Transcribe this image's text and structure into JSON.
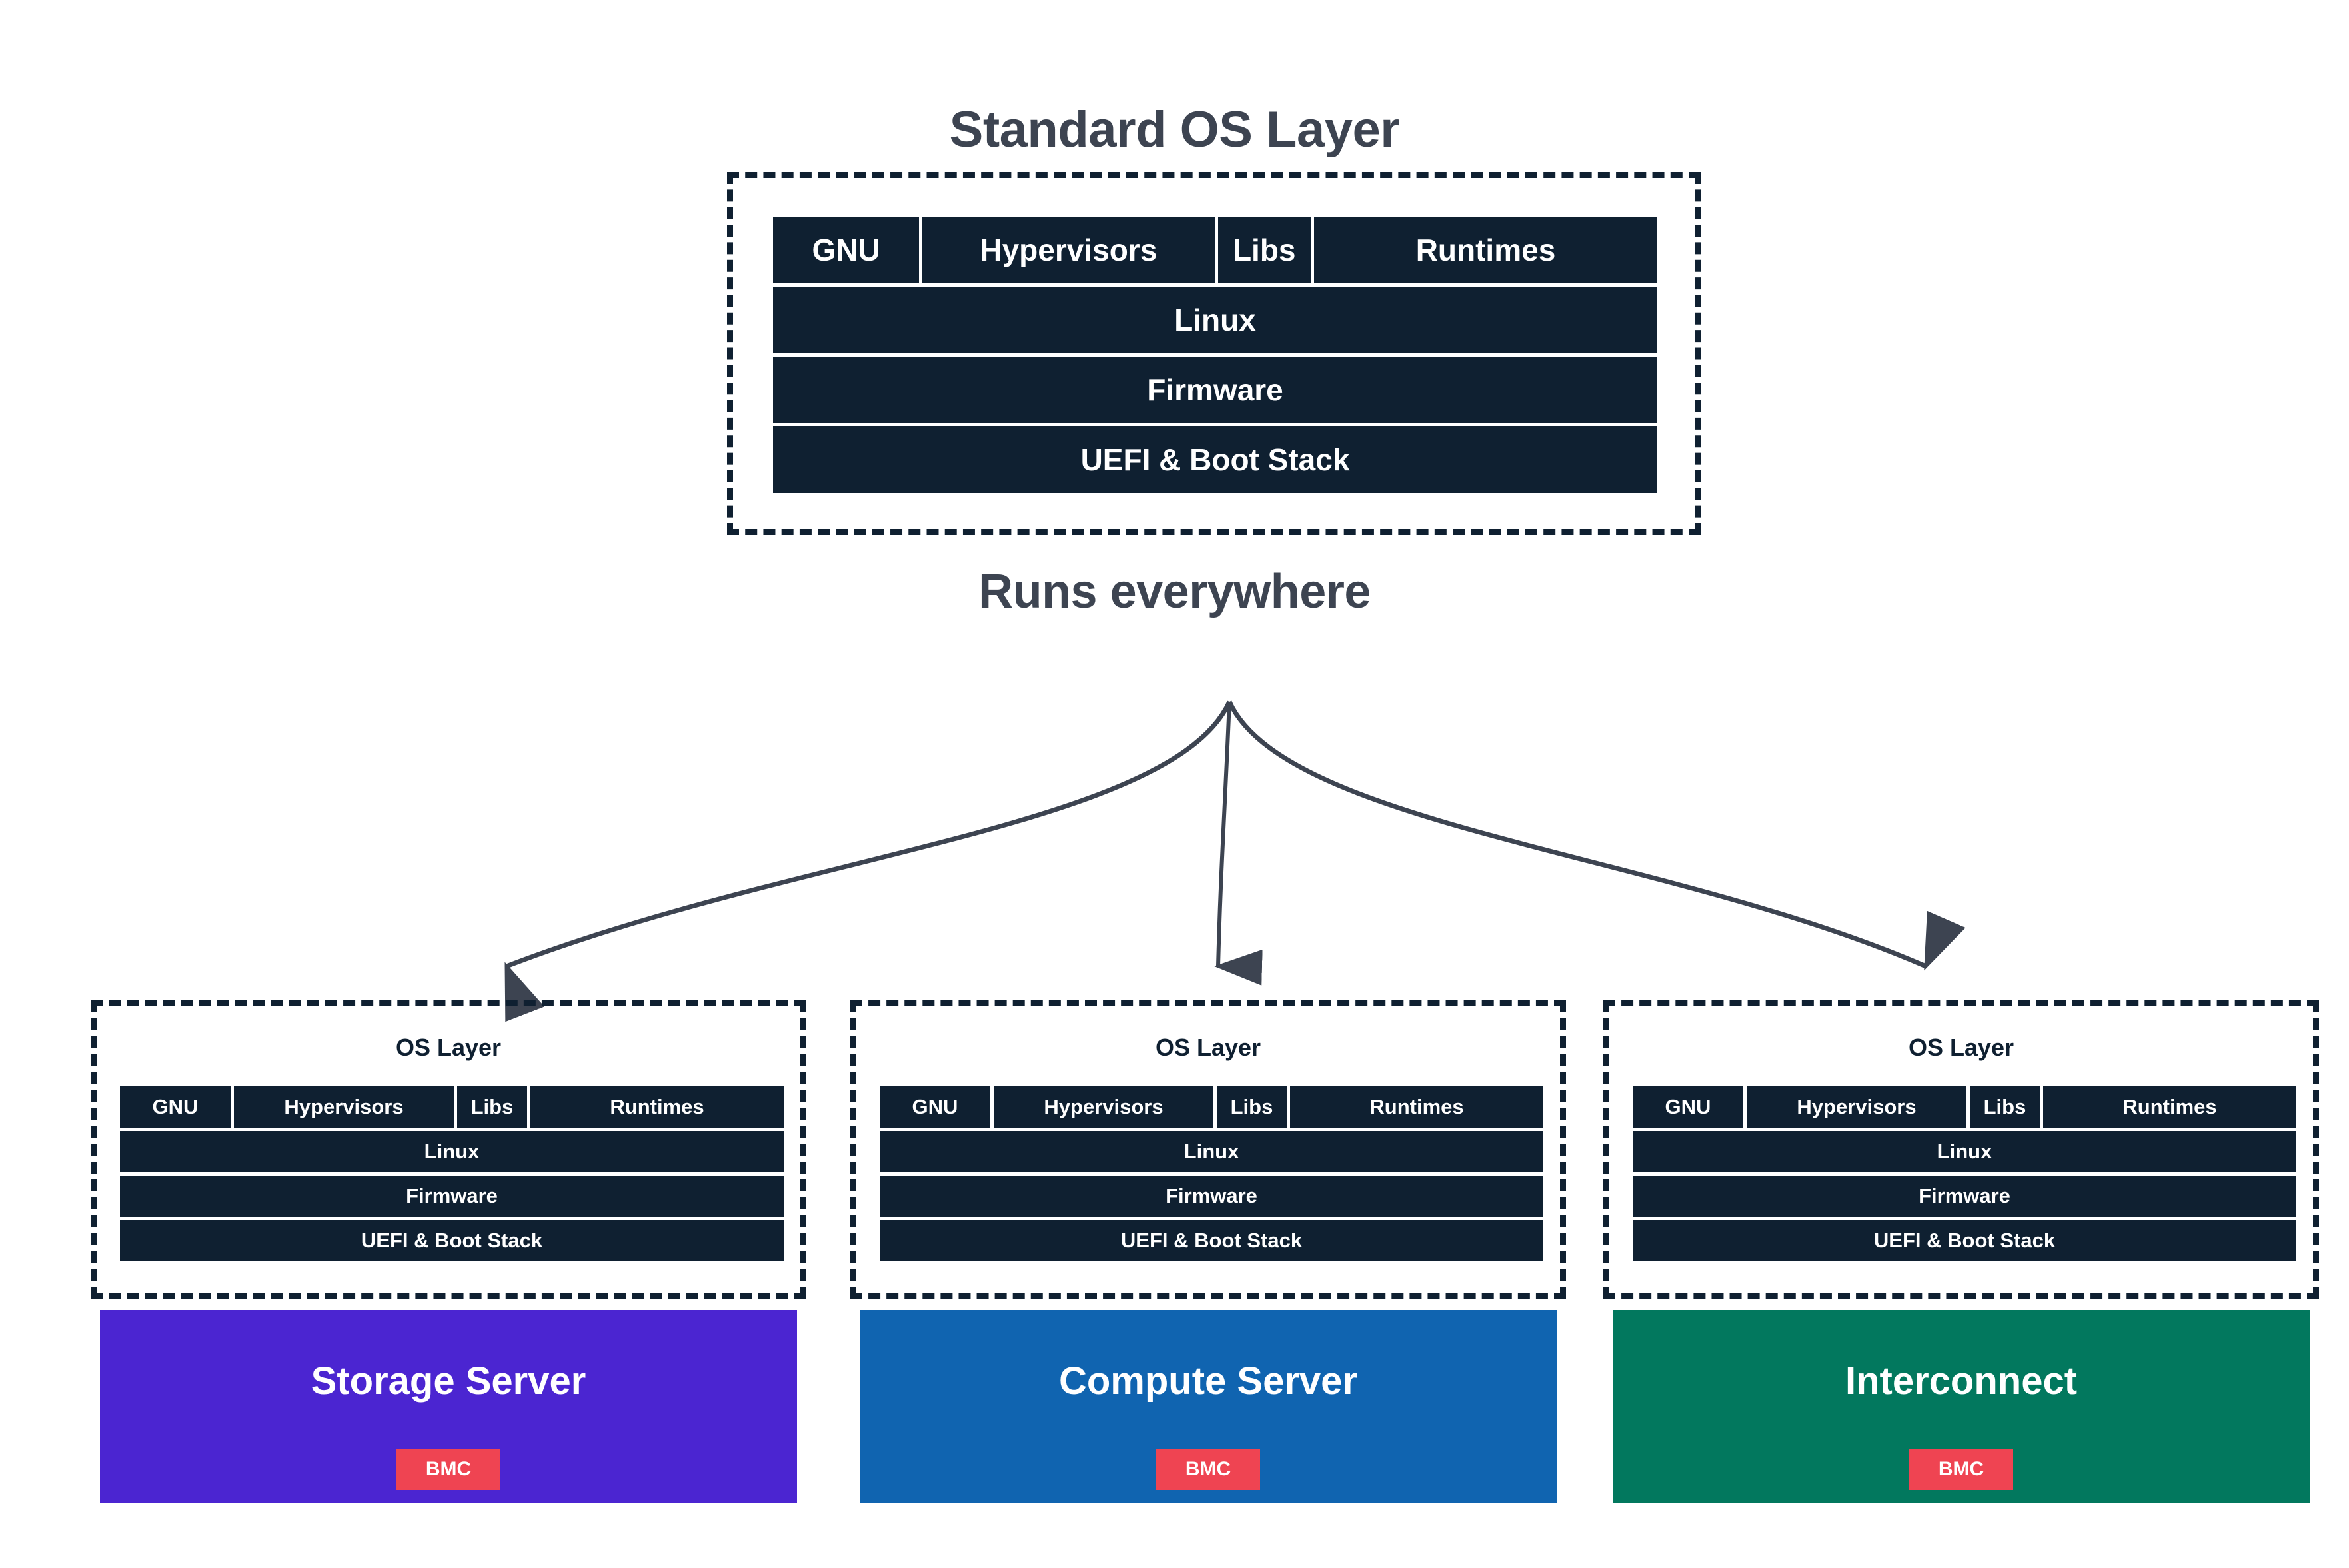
{
  "colors": {
    "dark": "#0f2031",
    "heading_text": "#3d4451",
    "badge": "#ef4452",
    "storage": "#4b25d1",
    "compute": "#1064b0",
    "interconnect": "#02785e",
    "background": "#ffffff"
  },
  "top": {
    "title": "Standard OS Layer",
    "subtitle": "Runs everywhere",
    "stack": {
      "columns": [
        "GNU",
        "Hypervisors",
        "Libs",
        "Runtimes"
      ],
      "rows": [
        "Linux",
        "Firmware",
        "UEFI & Boot Stack"
      ]
    }
  },
  "groups": [
    {
      "os_layer_label": "OS Layer",
      "stack": {
        "columns": [
          "GNU",
          "Hypervisors",
          "Libs",
          "Runtimes"
        ],
        "rows": [
          "Linux",
          "Firmware",
          "UEFI & Boot Stack"
        ]
      },
      "server": {
        "title": "Storage Server",
        "badge": "BMC",
        "color": "#4b25d1"
      }
    },
    {
      "os_layer_label": "OS Layer",
      "stack": {
        "columns": [
          "GNU",
          "Hypervisors",
          "Libs",
          "Runtimes"
        ],
        "rows": [
          "Linux",
          "Firmware",
          "UEFI & Boot Stack"
        ]
      },
      "server": {
        "title": "Compute Server",
        "badge": "BMC",
        "color": "#1064b0"
      }
    },
    {
      "os_layer_label": "OS Layer",
      "stack": {
        "columns": [
          "GNU",
          "Hypervisors",
          "Libs",
          "Runtimes"
        ],
        "rows": [
          "Linux",
          "Firmware",
          "UEFI & Boot Stack"
        ]
      },
      "server": {
        "title": "Interconnect",
        "badge": "BMC",
        "color": "#02785e"
      }
    }
  ]
}
